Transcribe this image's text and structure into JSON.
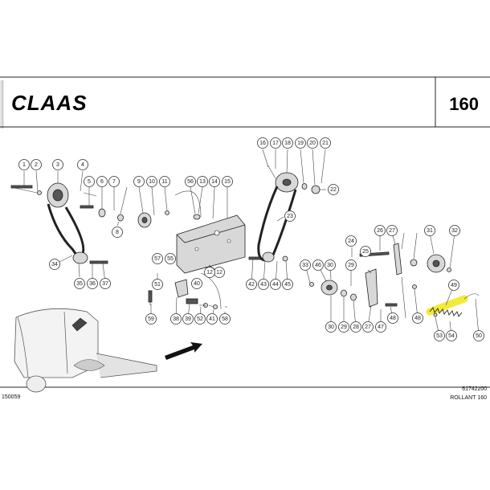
{
  "header": {
    "brand": "CLAAS",
    "page_number": "160"
  },
  "footer": {
    "left_code": "150059",
    "right_code": "61742z00",
    "model": "ROLLANT 160"
  },
  "highlight": {
    "part_number": "49",
    "color": "#f2ea3a"
  },
  "callouts": [
    "1",
    "2",
    "3",
    "4",
    "5",
    "6",
    "7",
    "8",
    "9",
    "10",
    "11",
    "12",
    "13",
    "14",
    "15",
    "16",
    "17",
    "18",
    "19",
    "20",
    "21",
    "22",
    "23",
    "24",
    "25",
    "26",
    "27",
    "28",
    "29",
    "30",
    "31",
    "32",
    "33",
    "34",
    "35",
    "36",
    "37",
    "38",
    "39",
    "40",
    "41",
    "42",
    "43",
    "44",
    "45",
    "46",
    "47",
    "48",
    "49",
    "50",
    "51",
    "52",
    "53",
    "54",
    "55",
    "56",
    "57",
    "58",
    "59"
  ],
  "extra_callouts": [
    "12",
    "48",
    "48",
    "27",
    "29",
    "30",
    "8",
    "53",
    "54",
    "50"
  ]
}
